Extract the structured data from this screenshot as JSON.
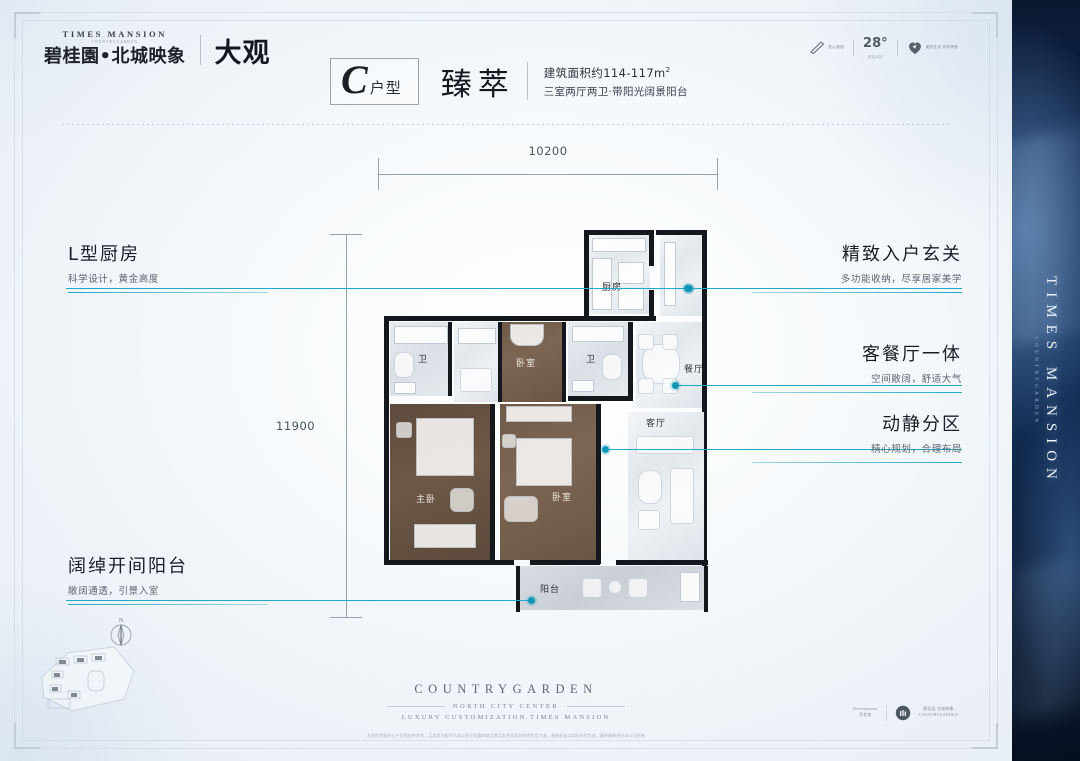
{
  "brand": {
    "en_top": "TIMES MANSION",
    "en_sub": "COUNTRYGARDEN",
    "cn": "碧桂園•北城映象",
    "series": "大观"
  },
  "badges": {
    "pen_label": "匠心营造",
    "temperature": "28°",
    "temperature_sub": "恒温科技",
    "partner": "美好生活 共同缔造"
  },
  "title": {
    "type_letter": "C",
    "type_cn": "户型",
    "name": "臻萃",
    "area": "建筑面积约114-117m",
    "area_unit": "2",
    "layout": "三室两厅两卫·带阳光阔景阳台"
  },
  "dimensions": {
    "width": "10200",
    "height": "11900"
  },
  "rooms": [
    {
      "key": "kitchen",
      "label": "厨房"
    },
    {
      "key": "bath1",
      "label": "卫"
    },
    {
      "key": "bed2",
      "label": "卧室"
    },
    {
      "key": "bath2",
      "label": "卫"
    },
    {
      "key": "dining",
      "label": "餐厅"
    },
    {
      "key": "living",
      "label": "客厅"
    },
    {
      "key": "master",
      "label": "主卧"
    },
    {
      "key": "bed3",
      "label": "卧室"
    },
    {
      "key": "balcony",
      "label": "阳台"
    }
  ],
  "callouts": {
    "left": [
      {
        "title": "L型厨房",
        "sub": "科学设计，黄金高度"
      },
      {
        "title": "阔绰开间阳台",
        "sub": "敞阔通透，引景入室"
      }
    ],
    "right": [
      {
        "title": "精致入户玄关",
        "sub": "多功能收纳，尽享居家美学"
      },
      {
        "title": "客餐厅一体",
        "sub": "空间敞阔，舒适大气"
      },
      {
        "title": "动静分区",
        "sub": "精心规划，合理布局"
      }
    ]
  },
  "compass": {
    "north": "N"
  },
  "footer": {
    "main": "COUNTRYGARDEN",
    "sub1": "NORTH CITY CENTER",
    "sub2": "LUXURY CUSTOMIZATION TIMES MANSION",
    "disclaimer": "本宣传资料所示户型图仅供参考，买卖双方权利义务以双方签署的商品房买卖合同及其附件约定为准，装修标准以实际交付为准，最终解释权归本公司所有"
  },
  "partners": {
    "left_top": "Development",
    "left_bottom": "开发商",
    "right_top": "碧桂园 北城映象",
    "right_bottom": "COUNTRYGARDEN"
  },
  "panel": {
    "main": "TIMES MANSION",
    "sub": "COUNTRYGARDEN"
  },
  "colors": {
    "accent": "#1fa8c9",
    "ink": "#14171b",
    "panel_blue": "#122a52"
  }
}
